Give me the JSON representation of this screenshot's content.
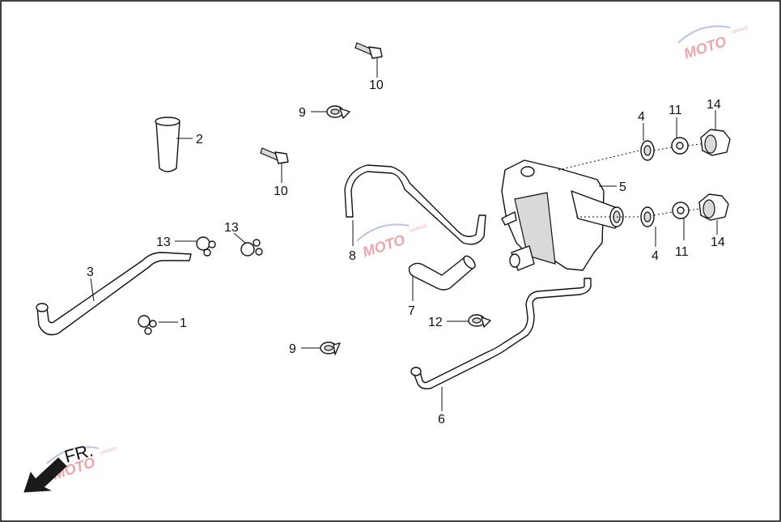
{
  "callouts": {
    "p1": "1",
    "p2": "2",
    "p3": "3",
    "p4a": "4",
    "p4b": "4",
    "p5": "5",
    "p6": "6",
    "p7": "7",
    "p8": "8",
    "p9a": "9",
    "p9b": "9",
    "p10a": "10",
    "p10b": "10",
    "p11a": "11",
    "p11b": "11",
    "p12": "12",
    "p13a": "13",
    "p13b": "13",
    "p14a": "14",
    "p14b": "14"
  },
  "direction": {
    "label": "FR."
  },
  "watermark": {
    "text": "MOTO",
    "subtext": "GARAGE"
  }
}
